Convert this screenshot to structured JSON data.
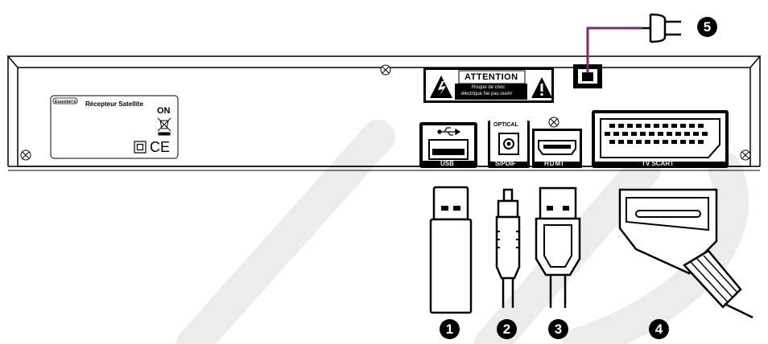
{
  "device": {
    "brand_logo_text": "Essentiel b",
    "product_label": "Récepteur Satellite",
    "power_state": "ON",
    "ce_mark": "CE"
  },
  "warning": {
    "title": "ATTENTION",
    "line1": "Risque de choc",
    "line2": "électrique Ne pas ouvrir"
  },
  "ports": {
    "usb": "USB",
    "optical_top": "OPTICAL",
    "spdif": "S/PDIF",
    "hdmi": "HDMI",
    "scart": "TV SCART"
  },
  "callouts": [
    "1",
    "2",
    "3",
    "4",
    "5"
  ],
  "colors": {
    "power_cord": "#7a2a6e",
    "outline": "#000000",
    "watermark": "#e8e8e8"
  },
  "icons": [
    "usb-symbol-icon",
    "lightning-warning-icon",
    "exclamation-warning-icon",
    "weee-bin-icon",
    "class2-double-square-icon",
    "power-plug-icon",
    "screw-icon"
  ]
}
